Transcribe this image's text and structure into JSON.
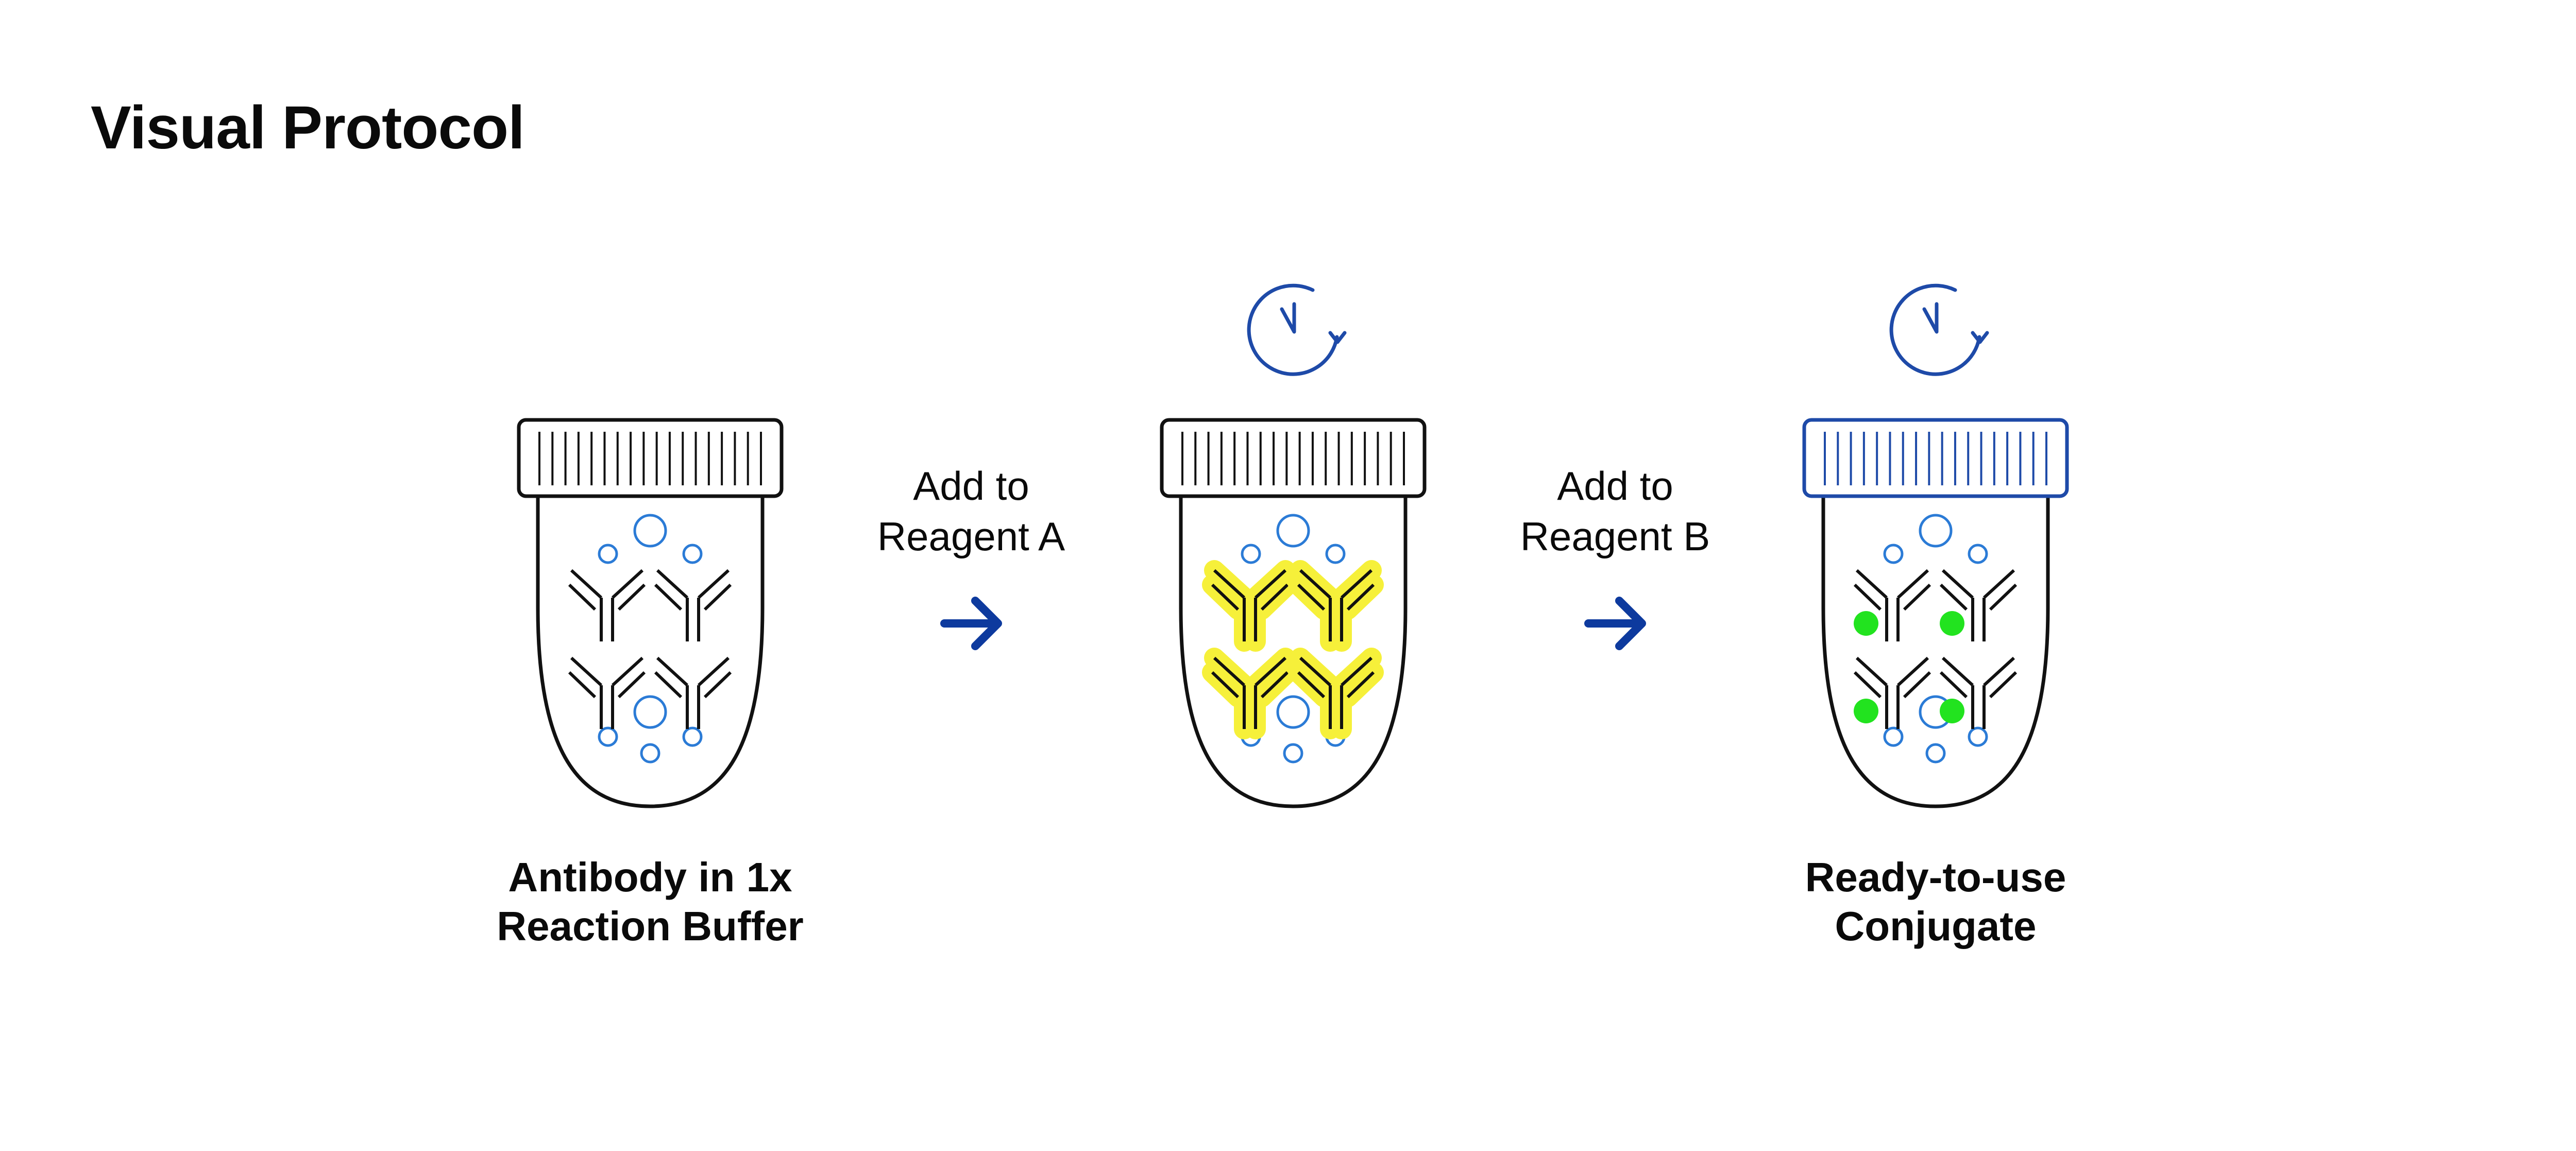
{
  "title": "Visual Protocol",
  "colors": {
    "outline": "#111111",
    "accent_blue": "#1e4aa8",
    "bubble_blue": "#2b7bd6",
    "reagent_a_yellow": "#f6f03a",
    "label_green": "#22e31f",
    "arrow_blue": "#0d3a9e"
  },
  "tubes": [
    {
      "caption_lines": [
        "Antibody in 1x",
        "Reaction Buffer"
      ],
      "cap_color": "outline",
      "antibody_highlight": "none",
      "has_dye": false,
      "has_timer": false
    },
    {
      "caption_lines": [],
      "cap_color": "outline",
      "antibody_highlight": "yellow",
      "has_dye": false,
      "has_timer": true
    },
    {
      "caption_lines": [
        "Ready-to-use",
        "Conjugate"
      ],
      "cap_color": "accent_blue",
      "antibody_highlight": "none",
      "has_dye": true,
      "has_timer": true
    }
  ],
  "steps": [
    {
      "label_lines": [
        "Add to",
        "Reagent A"
      ],
      "icon": "arrow-right-icon"
    },
    {
      "label_lines": [
        "Add to",
        "Reagent B"
      ],
      "icon": "arrow-right-icon"
    }
  ]
}
